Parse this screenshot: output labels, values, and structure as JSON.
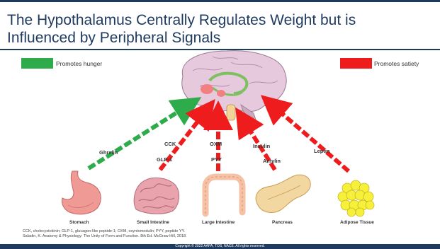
{
  "slide": {
    "title_line1": "The Hypothalamus Centrally Regulates Weight but is",
    "title_line2": "Influenced by Peripheral Signals"
  },
  "legend": {
    "hunger_label": "Promotes hunger",
    "satiety_label": "Promotes satiety",
    "hunger_color": "#2eab4a",
    "satiety_color": "#ee1c1c"
  },
  "signals": {
    "ghrelin": "Ghrelin",
    "cck": "CCK",
    "glp1": "GLP-1",
    "oxm": "OXM",
    "pyy": "PYY",
    "insulin": "Insulin",
    "amylin": "Amylin",
    "leptin": "Leptin"
  },
  "organs": {
    "stomach": "Stomach",
    "small_intestine": "Small Intestine",
    "large_intestine": "Large Intestine",
    "pancreas": "Pancreas",
    "adipose": "Adipose Tissue"
  },
  "icons": [
    "brain-icon",
    "stomach-icon",
    "small-intestine-icon",
    "large-intestine-icon",
    "pancreas-icon",
    "adipose-tissue-icon"
  ],
  "footnote": {
    "line1": "CCK, cholecystokinin; GLP-1, glucagon-like peptide-1; OXM, oxyntomodulin; PYY, peptide YY.",
    "line2": "Saladin, K. Anatomy & Physiology: The Unity of Form and Function. 8th Ed. McGraw Hill, 2018."
  },
  "copyright": "Copyright © 2022 AAPA, TOS, NACE. All rights reserved."
}
